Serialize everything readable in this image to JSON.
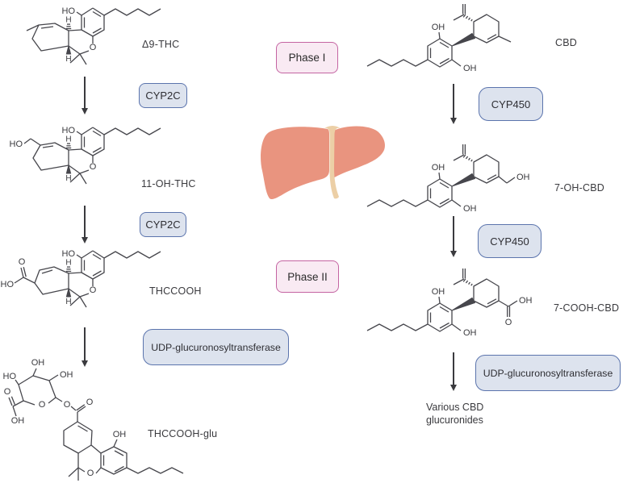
{
  "center": {
    "phase1_label": "Phase I",
    "phase2_label": "Phase II",
    "organ_icon": "liver-illustration"
  },
  "thc_pathway": {
    "compounds": [
      {
        "label": "Δ9-THC"
      },
      {
        "label": "11-OH-THC"
      },
      {
        "label": "THCCOOH"
      },
      {
        "label": "THCCOOH-glu"
      }
    ],
    "enzymes": [
      {
        "label": "CYP2C"
      },
      {
        "label": "CYP2C"
      },
      {
        "label": "UDP-glucuronosyltransferase"
      }
    ]
  },
  "cbd_pathway": {
    "compounds": [
      {
        "label": "CBD"
      },
      {
        "label": "7-OH-CBD"
      },
      {
        "label": "7-COOH-CBD"
      },
      {
        "label": "Various CBD glucuronides",
        "lines": [
          "Various CBD",
          "glucuronides"
        ]
      }
    ],
    "enzymes": [
      {
        "label": "CYP450"
      },
      {
        "label": "CYP450"
      },
      {
        "label": "UDP-glucuronosyltransferase"
      }
    ]
  },
  "atoms": {
    "thc": [
      "HO",
      "H",
      "H",
      "O"
    ],
    "oh_thc": [
      "HO",
      "HO",
      "H",
      "H",
      "O"
    ],
    "thccooh": [
      "HO",
      "O",
      "HO",
      "H",
      "H",
      "O"
    ],
    "thccooh_glu": [
      "OH",
      "HO",
      "OH",
      "O",
      "OH",
      "O",
      "O",
      "O",
      "OH",
      "O"
    ],
    "cbd": [
      "OH",
      "OH"
    ],
    "oh_cbd": [
      "OH",
      "OH",
      "OH"
    ],
    "cooh_cbd": [
      "OH",
      "OH",
      "OH",
      "O"
    ]
  },
  "colors": {
    "background": "#ffffff",
    "enzyme_box_fill": "#dde3ee",
    "enzyme_box_border": "#5b74ad",
    "phase_box_fill": "#f9eaf3",
    "phase_box_border": "#c464a2",
    "structure_line": "#46464c",
    "text": "#3a3a3e",
    "arrow": "#3a3a3e",
    "liver_main": "#e9947f",
    "liver_highlight": "#f3ab95",
    "liver_shadow": "#d8806e",
    "liver_ligament": "#eccfa6"
  }
}
